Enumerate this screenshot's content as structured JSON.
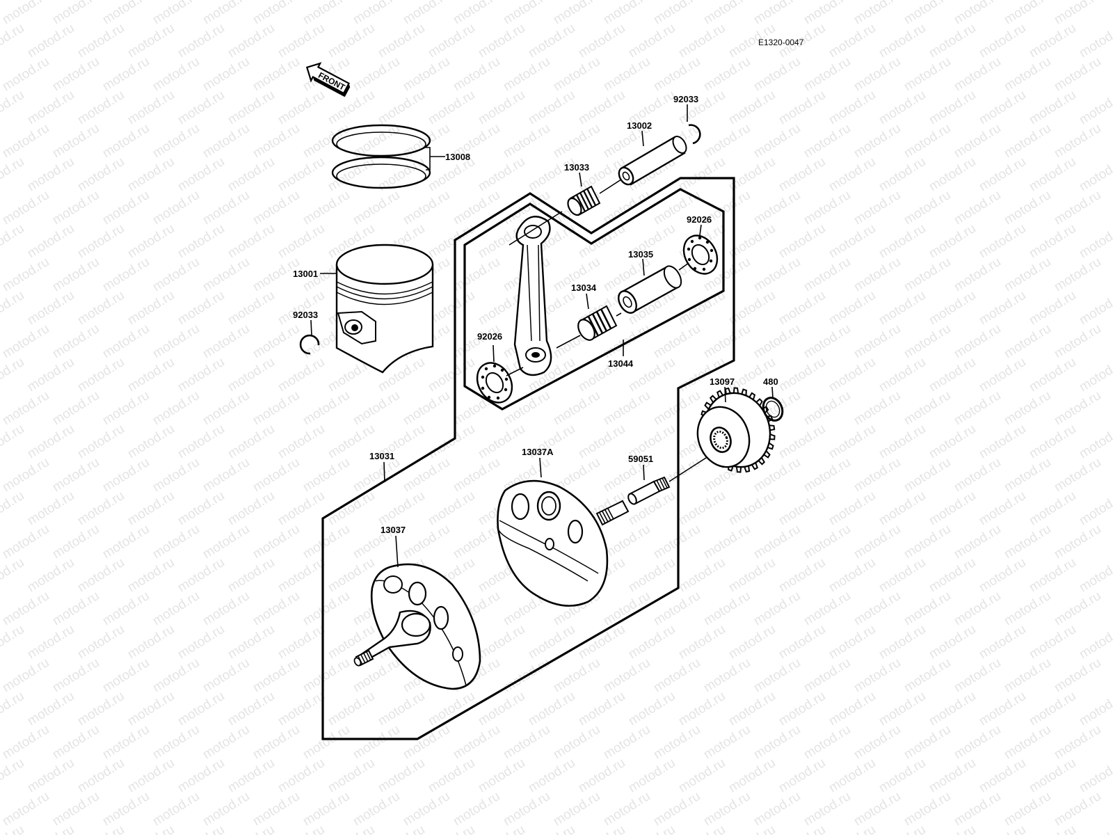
{
  "diagram_code": "E1320-0047",
  "front_label": "FRONT",
  "watermark_text": "motod.ru",
  "parts": {
    "rings": "13008",
    "piston": "13001",
    "circlip_left": "92033",
    "circlip_right": "92033",
    "pin": "13002",
    "small_end_bearing": "13033",
    "thrust_washer_upper": "92026",
    "crank_pin": "13035",
    "big_end_bearing": "13034",
    "thrust_washer_lower": "92026",
    "conrod_set": "13044",
    "crankshaft_assy": "13031",
    "flywheel_right": "13037A",
    "flywheel_left": "13037",
    "pin_59051": "59051",
    "gear": "13097",
    "circlip_480": "480"
  }
}
